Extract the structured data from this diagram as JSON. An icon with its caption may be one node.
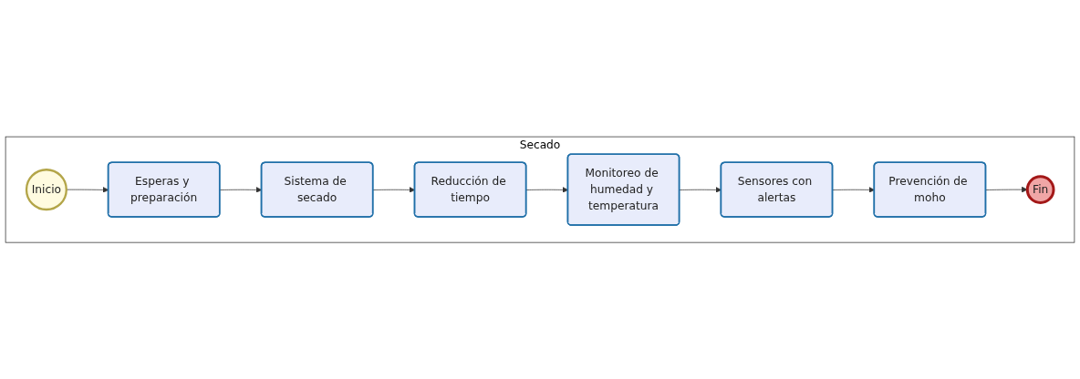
{
  "diagram": {
    "nodes": [
      {
        "text": [
          "Secado"
        ]
      },
      {
        "text": [
          "Inicio"
        ],
        "in": 0
      },
      {
        "text": [
          "Esperas y preparación"
        ],
        "in": 0
      },
      {
        "text": [
          "Sistema de secado"
        ],
        "in": 0
      },
      {
        "text": [
          "Reducción de tiempo"
        ],
        "in": 0
      },
      {
        "text": [
          "Monitoreo de humedad y temperatura"
        ],
        "in": 0
      },
      {
        "text": [
          "Sensores con alertas"
        ],
        "in": 0
      },
      {
        "text": [
          "Prevención de moho"
        ],
        "in": 0
      },
      {
        "text": [
          "Fin"
        ],
        "in": 0
      }
    ],
    "edges": [
      {
        "from": 1,
        "to": 2,
        "arrow": "to"
      },
      {
        "from": 2,
        "to": 3,
        "arrow": "to"
      },
      {
        "from": 3,
        "to": 4,
        "arrow": "to"
      },
      {
        "from": 4,
        "to": 5,
        "arrow": "to"
      },
      {
        "from": 5,
        "to": 6,
        "arrow": "to"
      },
      {
        "from": 6,
        "to": 7,
        "arrow": "to"
      },
      {
        "from": 7,
        "to": 8,
        "arrow": "to"
      }
    ]
  }
}
